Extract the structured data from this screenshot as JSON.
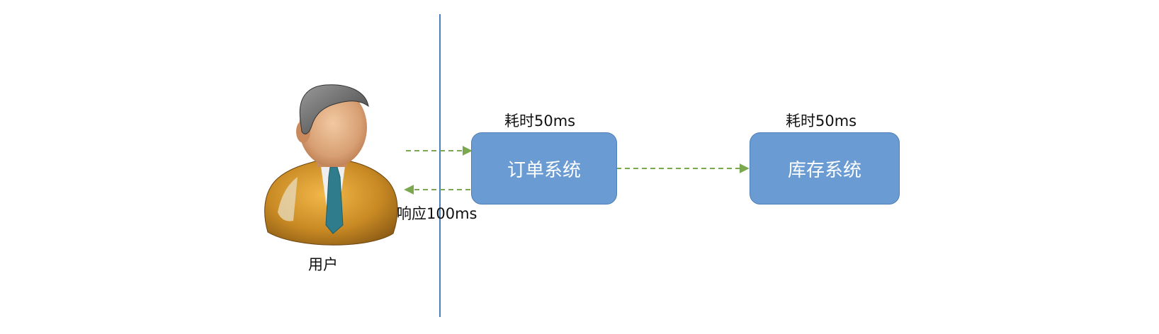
{
  "user": {
    "label": "用户"
  },
  "order_system": {
    "label": "订单系统",
    "time_label": "耗时50ms"
  },
  "inventory_system": {
    "label": "库存系统",
    "time_label": "耗时50ms"
  },
  "response": {
    "label": "响应100ms"
  },
  "colors": {
    "box_fill": "#6a9bd2",
    "box_border": "#4e7fb8",
    "arrow": "#7aa84f",
    "divider": "#4a7fc1",
    "box_text": "#ffffff"
  }
}
